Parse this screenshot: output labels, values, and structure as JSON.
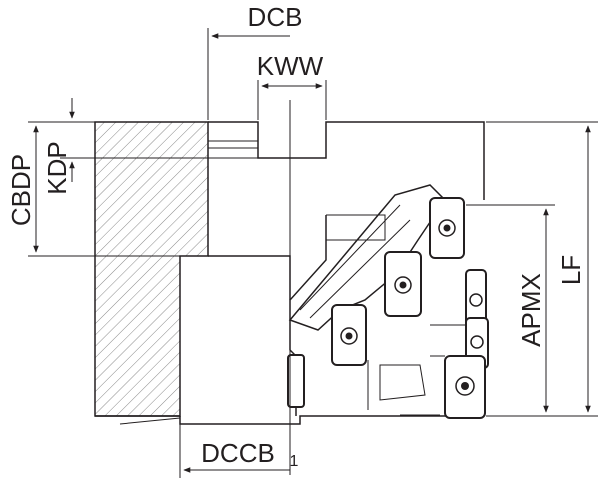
{
  "diagram": {
    "labels": {
      "dcb": "DCB",
      "kww": "KWW",
      "cbdp": "CBDP",
      "kdp": "KDP",
      "apmx": "APMX",
      "lf": "LF",
      "dccb": "DCCB",
      "dccb_sub": "1"
    },
    "colors": {
      "ink": "#231f20",
      "hatch": "#8a8a8a",
      "background": "#ffffff",
      "insert_fill": "#ffffff"
    }
  }
}
